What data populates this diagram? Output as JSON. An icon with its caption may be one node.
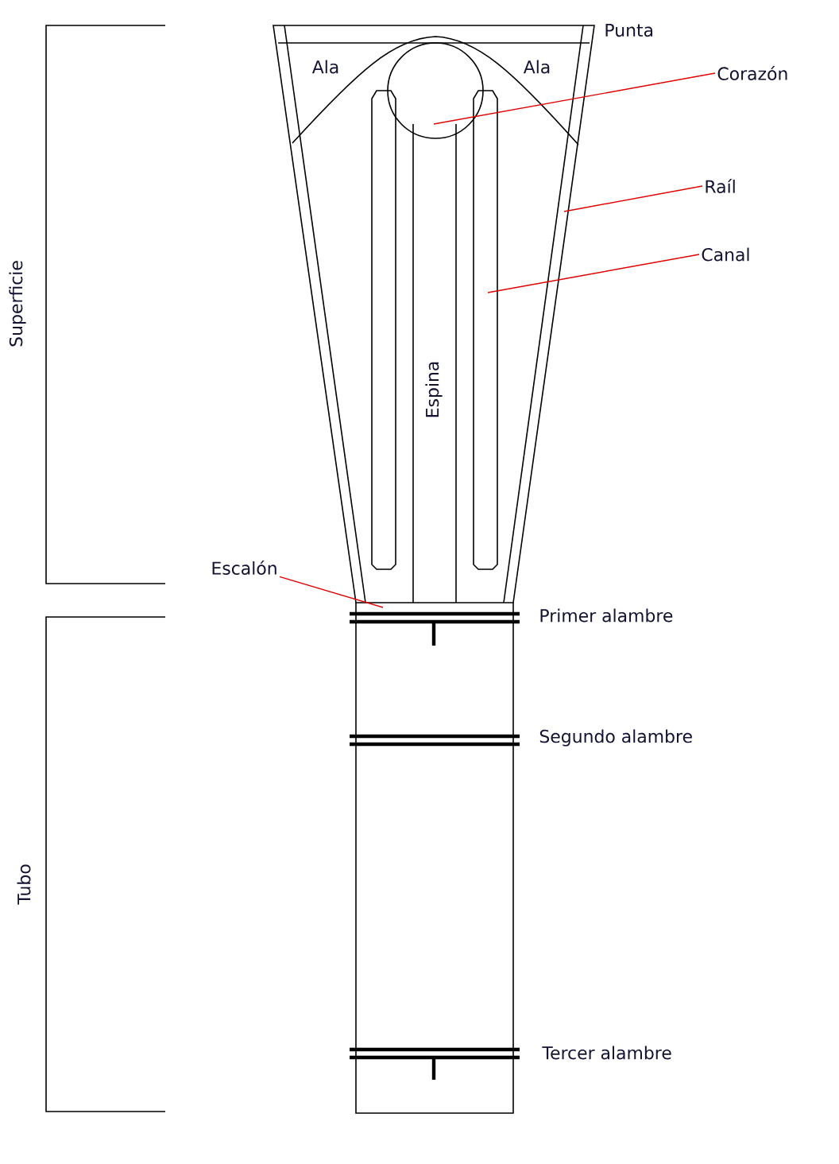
{
  "diagram": {
    "nodes": [
      {
        "text": [
          "Corazón"
        ]
      },
      {
        "text": [
          "Raíl"
        ]
      },
      {
        "text": [
          "Canal"
        ]
      },
      {
        "text": [
          "Escalón"
        ]
      }
    ],
    "edges": [
      {
        "from": 0,
        "to": null,
        "arrow": "none"
      },
      {
        "from": 1,
        "to": null,
        "arrow": "none"
      },
      {
        "from": 2,
        "to": null,
        "arrow": "none"
      },
      {
        "from": 3,
        "to": null,
        "arrow": "none"
      }
    ],
    "labels": [
      "Punta",
      "Ala",
      "Ala",
      "Superficie",
      "Espina",
      "Primer alambre",
      "Segundo alambre",
      "Tubo",
      "Tercer alambre"
    ]
  }
}
